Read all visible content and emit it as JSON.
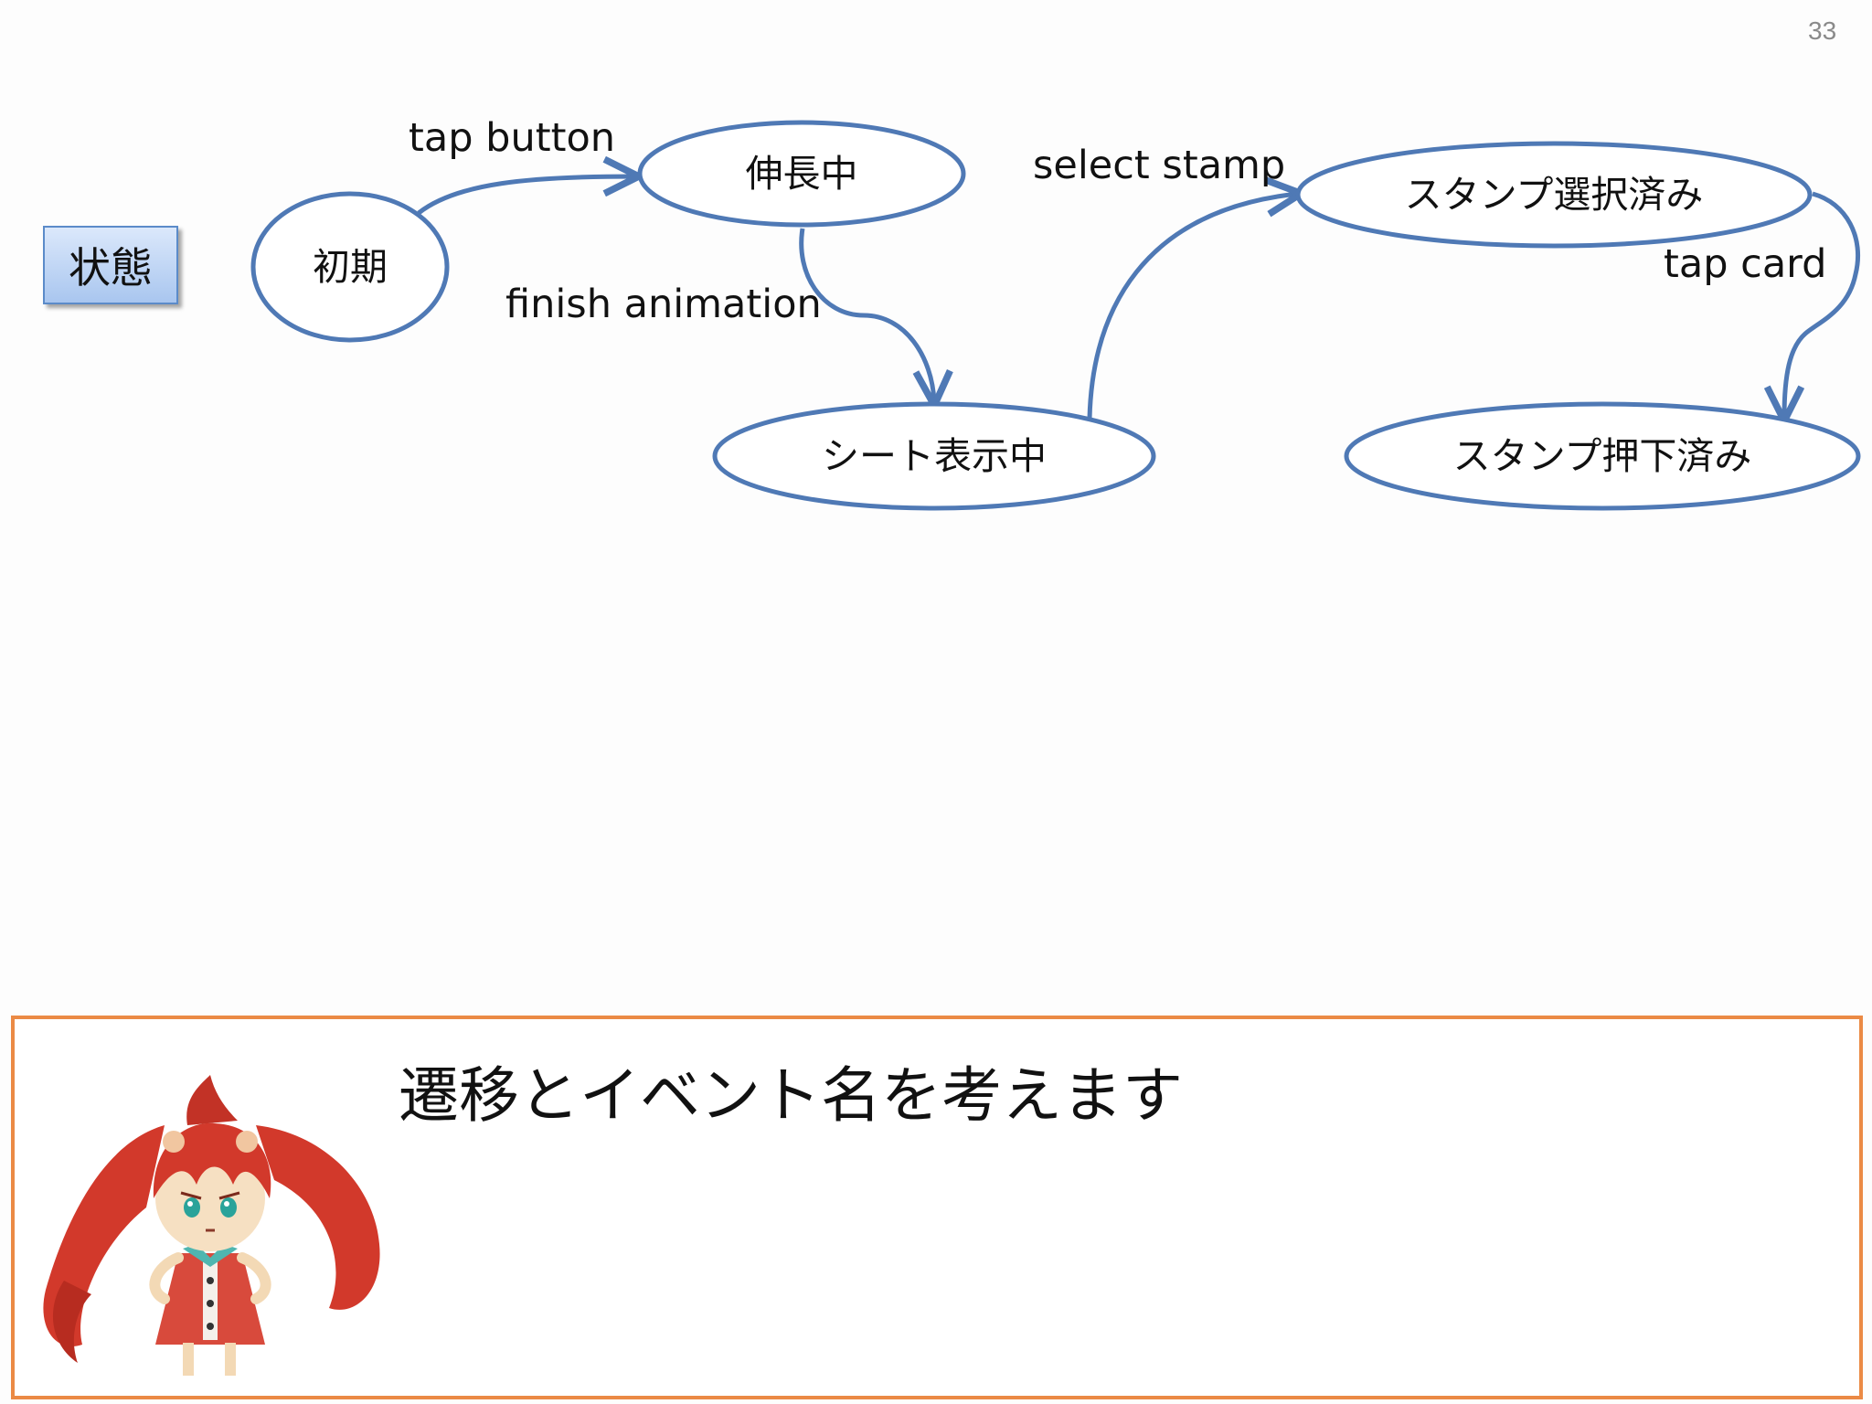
{
  "slide": {
    "page_number": "33",
    "state_label": "状態"
  },
  "diagram": {
    "nodes": [
      {
        "id": "initial",
        "label": "初期"
      },
      {
        "id": "extending",
        "label": "伸長中"
      },
      {
        "id": "sheet-showing",
        "label": "シート表示中"
      },
      {
        "id": "stamp-selected",
        "label": "スタンプ選択済み"
      },
      {
        "id": "stamp-pressed",
        "label": "スタンプ押下済み"
      }
    ],
    "edges": [
      {
        "from": "initial",
        "to": "extending",
        "label": "tap button"
      },
      {
        "from": "extending",
        "to": "sheet-showing",
        "label": "finish animation"
      },
      {
        "from": "sheet-showing",
        "to": "stamp-selected",
        "label": "select stamp"
      },
      {
        "from": "stamp-selected",
        "to": "stamp-pressed",
        "label": "tap card"
      }
    ],
    "colors": {
      "edge": "#4f79b5",
      "node_border": "#4f79b5",
      "caption_border": "#eb8a45"
    }
  },
  "caption": {
    "text": "遷移とイベント名を考えます"
  }
}
